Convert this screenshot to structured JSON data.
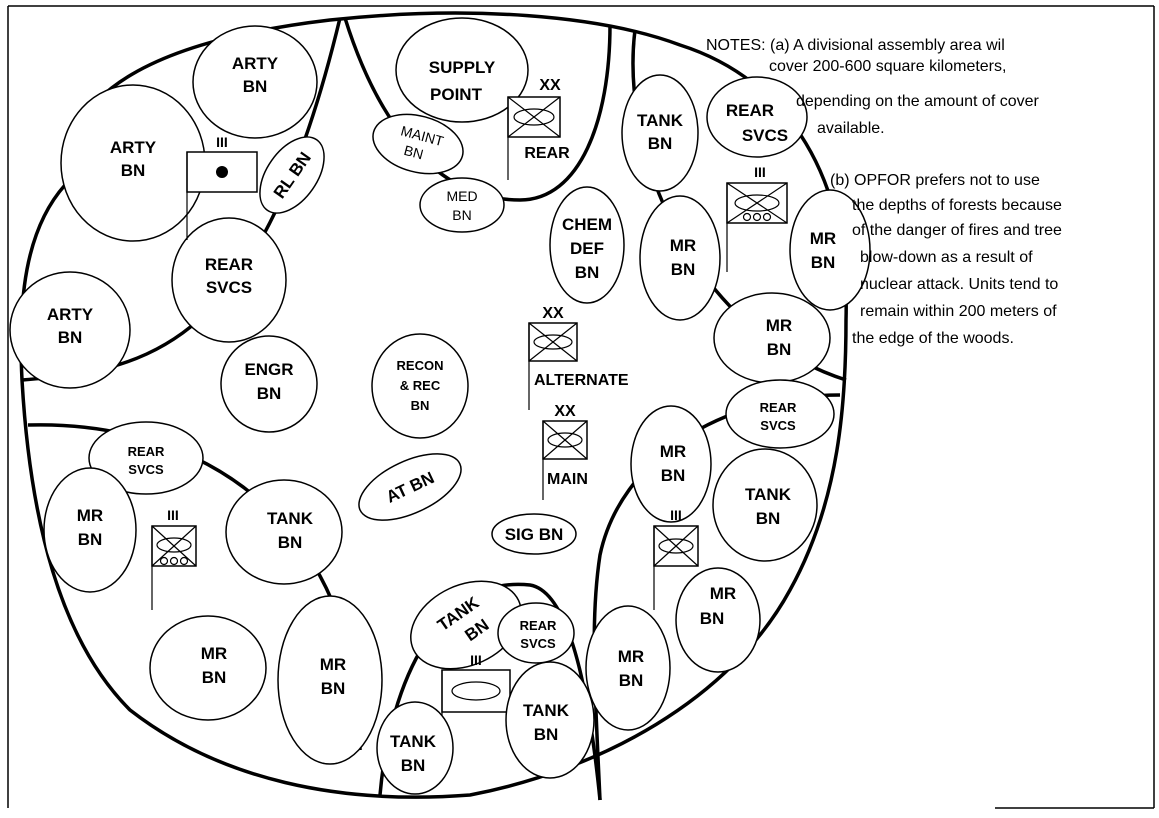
{
  "notes": {
    "a": [
      "NOTES:  (a) A divisional assembly area wil",
      "cover 200-600 square kilometers,",
      "depending on the amount of cover",
      "available."
    ],
    "b": [
      "(b) OPFOR prefers not to use",
      "the depths of forests because",
      "of the danger of fires and tree",
      "blow-down as a result of",
      "nuclear attack. Units tend to",
      "remain within 200 meters of",
      "the edge of the woods."
    ]
  },
  "units": {
    "arty_bn_1": [
      "ARTY",
      "BN"
    ],
    "arty_bn_2": [
      "ARTY",
      "BN"
    ],
    "arty_bn_3": [
      "ARTY",
      "BN"
    ],
    "rl_bn": "RL BN",
    "rear_svcs_nw": [
      "REAR",
      "SVCS"
    ],
    "supply_point": [
      "SUPPLY",
      "POINT"
    ],
    "maint_bn": [
      "MAINT",
      "BN"
    ],
    "med_bn": [
      "MED",
      "BN"
    ],
    "tank_bn_ne": [
      "TANK",
      "BN"
    ],
    "rear_svcs_ne": [
      "REAR",
      "SVCS"
    ],
    "chem_def_bn": [
      "CHEM",
      "DEF",
      "BN"
    ],
    "mr_bn_ne1": [
      "MR",
      "BN"
    ],
    "mr_bn_ne2": [
      "MR",
      "BN"
    ],
    "mr_bn_ne3": [
      "MR",
      "BN"
    ],
    "engr_bn": [
      "ENGR",
      "BN"
    ],
    "recon_bn": [
      "RECON",
      "& REC",
      "BN"
    ],
    "at_bn": "AT BN",
    "sig_bn": "SIG BN",
    "rear_svcs_sw": [
      "REAR",
      "SVCS"
    ],
    "mr_bn_sw1": [
      "MR",
      "BN"
    ],
    "tank_bn_sw": [
      "TANK",
      "BN"
    ],
    "mr_bn_sw2": [
      "MR",
      "BN"
    ],
    "mr_bn_sw3": [
      "MR",
      "BN"
    ],
    "tank_bn_s1": [
      "TANK",
      "BN"
    ],
    "rear_svcs_s": [
      "REAR",
      "SVCS"
    ],
    "tank_bn_s2": [
      "TANK",
      "BN"
    ],
    "tank_bn_s3": [
      "TANK",
      "BN"
    ],
    "rear_svcs_se": [
      "REAR",
      "SVCS"
    ],
    "mr_bn_se1": [
      "MR",
      "BN"
    ],
    "tank_bn_se": [
      "TANK",
      "BN"
    ],
    "mr_bn_se2": [
      "MR",
      "BN"
    ],
    "mr_bn_se3": [
      "MR",
      "BN"
    ]
  },
  "headquarters": {
    "rear": {
      "echelon": "XX",
      "label": "REAR"
    },
    "alternate": {
      "echelon": "XX",
      "label": "ALTERNATE"
    },
    "main": {
      "echelon": "XX",
      "label": "MAIN"
    }
  },
  "regiment_echelon": "III"
}
